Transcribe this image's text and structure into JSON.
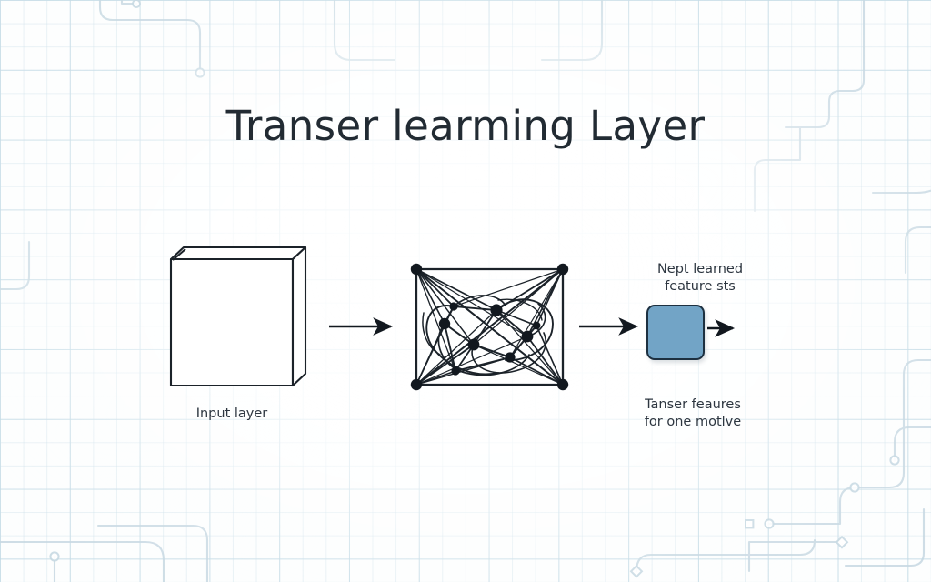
{
  "page": {
    "title": "Transer learming Layer",
    "background_color": "#fdfefe",
    "grid_color": "#b2d0de",
    "ink_color": "#222b33"
  },
  "diagram": {
    "type": "flow",
    "nodes": [
      {
        "id": "input-layer",
        "shape": "3d-slab",
        "caption": "Input layer",
        "caption_position": "below"
      },
      {
        "id": "network-graph",
        "shape": "node-link-graph",
        "caption": "",
        "node_count": 12,
        "corner_nodes": 4
      },
      {
        "id": "feature-block",
        "shape": "rounded-square",
        "fill_color": "#72a4c6",
        "stroke_color": "#1d3040",
        "caption_above": "Nept learned\nfeature sts",
        "caption_below": "Tanser feaures\nfor one motlve"
      }
    ],
    "arrows": [
      {
        "id": "arrow-input-to-network",
        "direction": "right"
      },
      {
        "id": "arrow-network-to-block",
        "direction": "right"
      },
      {
        "id": "arrow-block-out",
        "direction": "right"
      }
    ]
  },
  "captions": {
    "input_layer": "Input layer",
    "next_learned_features": "Nept learned\nfeature sts",
    "transfer_features": "Tanser feaures\nfor one motlve"
  }
}
